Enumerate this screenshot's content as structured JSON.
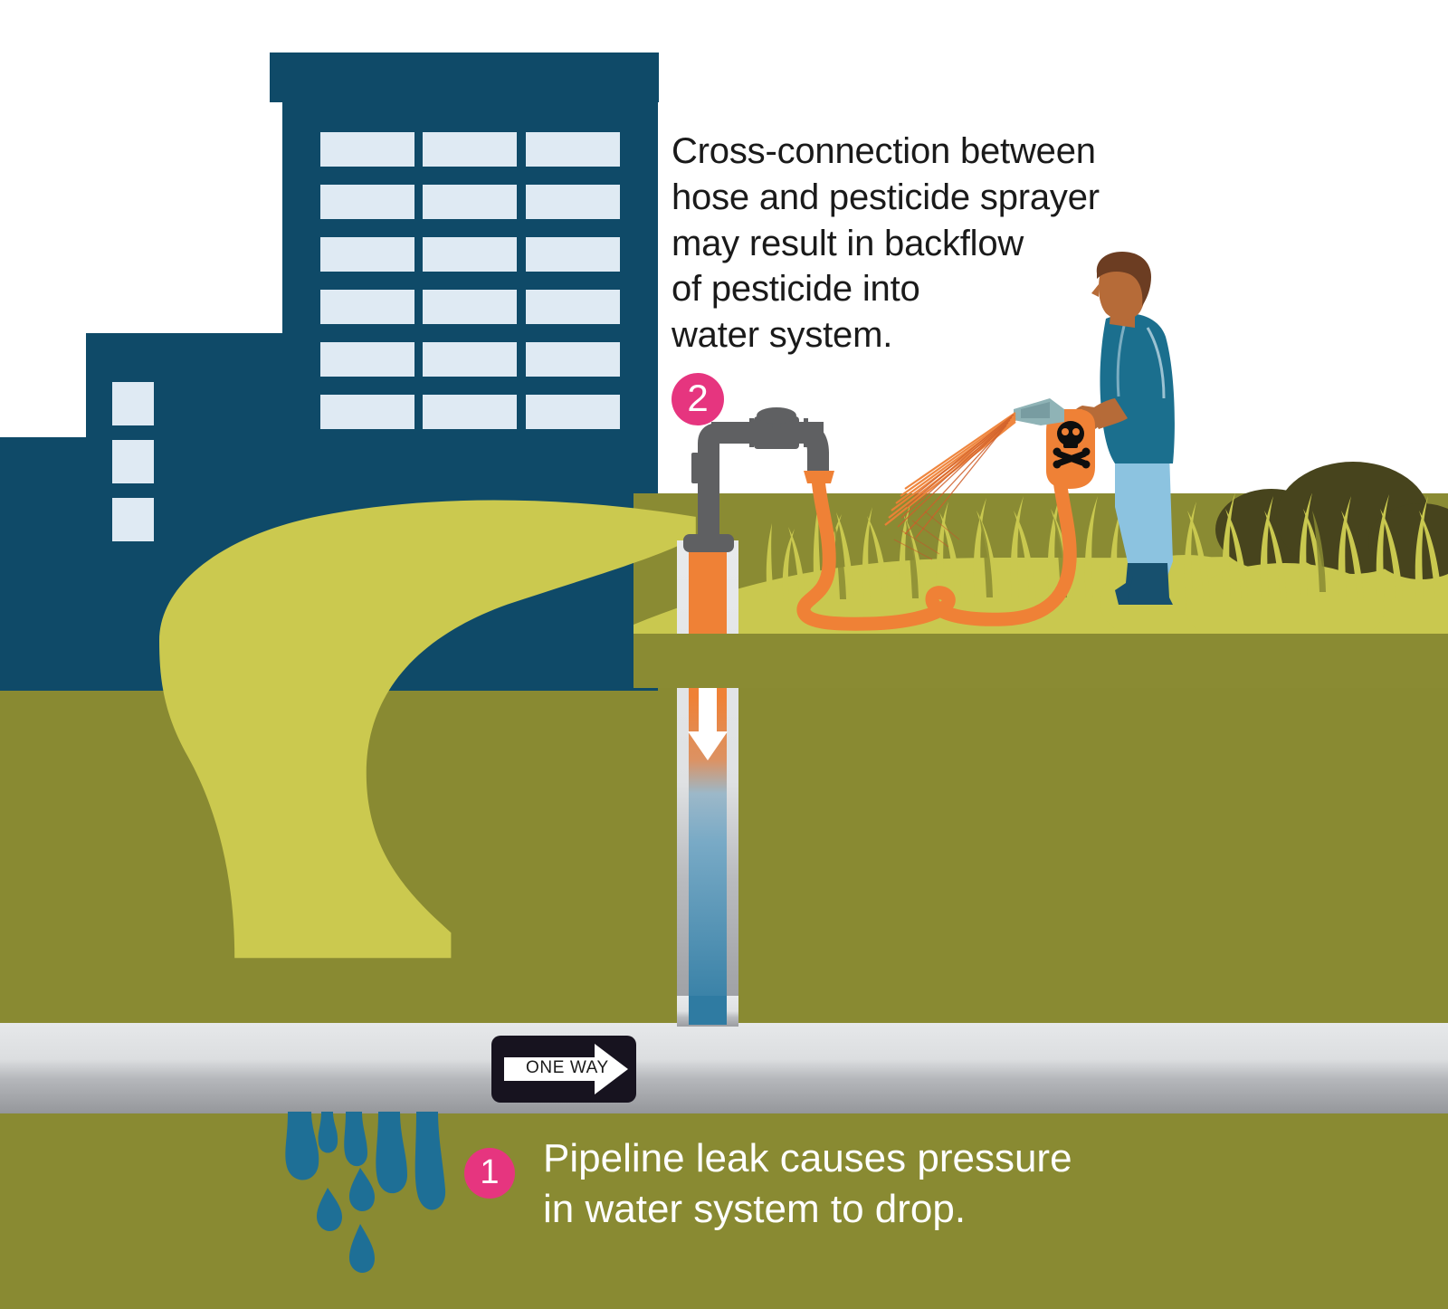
{
  "title": "Backflow cross-connection infographic",
  "callouts": {
    "step2": {
      "badge": "2",
      "text": "Cross-connection between\nhose and pesticide sprayer\nmay result in backflow\nof pesticide into\nwater system."
    },
    "step1": {
      "badge": "1",
      "text": "Pipeline leak causes pressure\nin water system to drop."
    }
  },
  "pipeline": {
    "sign_label": "ONE WAY",
    "sign_icon": "right-arrow-icon"
  },
  "scene": {
    "building_label": "apartment-building",
    "windows_rows": 6,
    "windows_cols": 3,
    "side_windows": 3,
    "faucet_label": "outdoor-faucet",
    "hose_label": "garden-hose",
    "sprayer_label": "pesticide-sprayer",
    "hazard_icon": "skull-and-crossbones-icon",
    "person_label": "person-spraying-pesticide",
    "flow_arrow_icon": "down-arrow-icon",
    "leak_label": "pipeline-leak-drips"
  },
  "colors": {
    "building": "#0f4a68",
    "window": "#dfeaf3",
    "lawn_top": "#c9c84f",
    "soil": "#898a32",
    "grass_band": "#8a8b33",
    "grass_blade": "#c9c84f",
    "bush": "#47441d",
    "path": "#cbc94f",
    "pipe_metal": "#5f6062",
    "pipe_casing": "#e3e5e6",
    "orange": "#ef8136",
    "water_blue": "#3a7fa4",
    "pink_badge": "#e6357f",
    "pipeline_light": "#e2e4e6",
    "pipeline_dark": "#95979b",
    "sign_bg": "#17131f",
    "shirt": "#1b6f8e",
    "pants": "#8cc3e0",
    "boots": "#17506e",
    "skin": "#b66b38",
    "hair": "#6c3d22",
    "text_dark": "#1a1a1a",
    "text_light": "#ffffff"
  }
}
